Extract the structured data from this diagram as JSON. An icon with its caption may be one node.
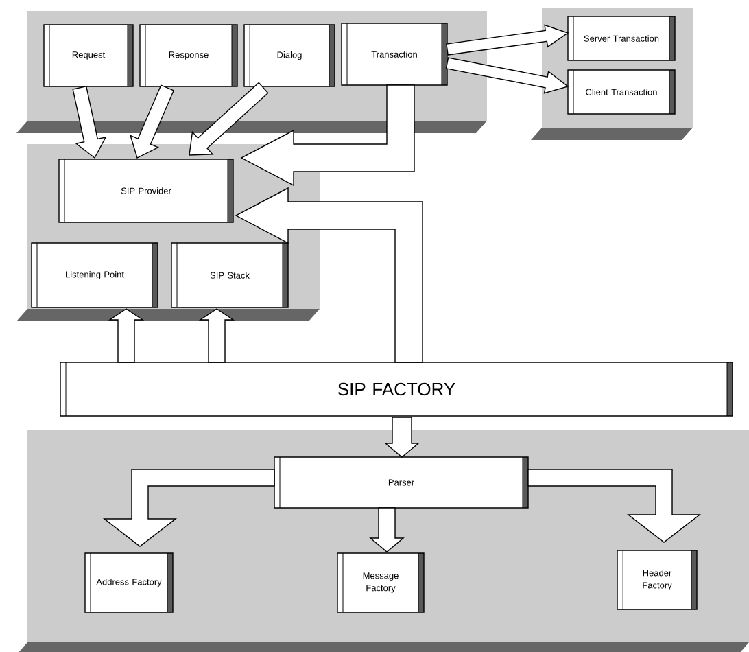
{
  "diagram": {
    "nodes": [
      {
        "text": [],
        "shape": "box"
      },
      {
        "text": [
          "Request"
        ],
        "in": 0
      },
      {
        "text": [
          "Response"
        ],
        "in": 0
      },
      {
        "text": [
          "Dialog"
        ],
        "in": 0
      },
      {
        "text": [
          "Transaction"
        ],
        "in": 0
      },
      {
        "text": [],
        "shape": "box"
      },
      {
        "text": [
          "Server Transaction"
        ],
        "in": 5
      },
      {
        "text": [
          "Client Transaction"
        ],
        "in": 5
      },
      {
        "text": [],
        "shape": "box"
      },
      {
        "text": [
          "SIP Provider"
        ],
        "in": 8
      },
      {
        "text": [
          "Listening Point"
        ],
        "in": 8
      },
      {
        "text": [
          "SIP Stack"
        ],
        "in": 8
      },
      {
        "text": [
          "SIP FACTORY"
        ]
      },
      {
        "text": [],
        "shape": "box"
      },
      {
        "text": [
          "Parser"
        ],
        "in": 13
      },
      {
        "text": [
          "Address Factory"
        ],
        "in": 13
      },
      {
        "text": [
          "Message Factory"
        ],
        "in": 13
      },
      {
        "text": [
          "Header Factory"
        ],
        "in": 13
      }
    ],
    "edges": [
      {
        "from": 1,
        "to": 9,
        "arrow": "to"
      },
      {
        "from": 2,
        "to": 9,
        "arrow": "to"
      },
      {
        "from": 3,
        "to": 9,
        "arrow": "to"
      },
      {
        "from": 4,
        "to": 9,
        "arrow": "to"
      },
      {
        "from": 4,
        "to": 6,
        "arrow": "to"
      },
      {
        "from": 4,
        "to": 7,
        "arrow": "to"
      },
      {
        "from": 12,
        "to": 9,
        "arrow": "to"
      },
      {
        "from": 12,
        "to": 10,
        "arrow": "to"
      },
      {
        "from": 12,
        "to": 11,
        "arrow": "to"
      },
      {
        "from": 12,
        "to": 14,
        "arrow": "to"
      },
      {
        "from": 14,
        "to": 15,
        "arrow": "to"
      },
      {
        "from": 14,
        "to": 16,
        "arrow": "to"
      },
      {
        "from": 14,
        "to": 17,
        "arrow": "to"
      }
    ]
  }
}
